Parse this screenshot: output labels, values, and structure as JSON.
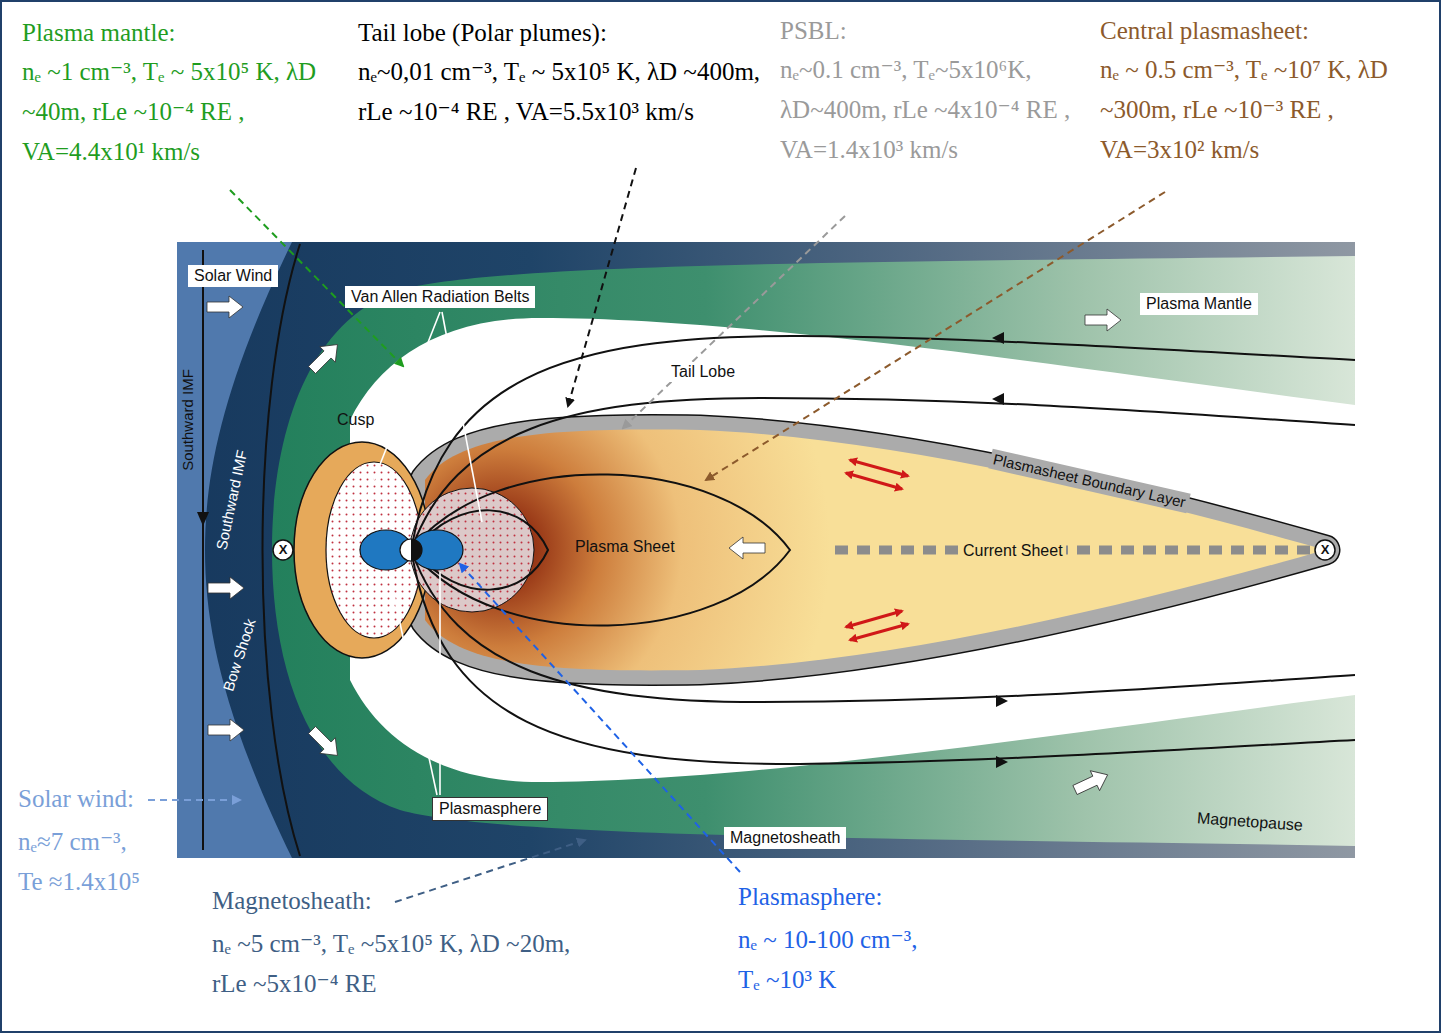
{
  "diagram": {
    "labels": [
      "Plasma mantle:",
      "nₑ ~1 cm⁻³, Tₑ ~ 5x10⁵ K, λD ~40m, rLe ~10⁻⁴ RE , VA=4.4x10¹ km/s",
      "Tail lobe (Polar plumes):",
      "nₑ~0,01 cm⁻³, Tₑ ~ 5x10⁵ K, λD ~400m, rLe ~10⁻⁴ RE , VA=5.5x10³ km/s",
      "PSBL:",
      "nₑ~0.1 cm⁻³, Tₑ~5x10⁶K, λD~400m, rLe ~4x10⁻⁴ RE , VA=1.4x10³ km/s",
      "Central plasmasheet:",
      "nₑ ~ 0.5 cm⁻³, Tₑ ~10⁷ K, λD ~300m, rLe ~10⁻³ RE , VA=3x10² km/s",
      "Solar Wind",
      "Van Allen Radiation Belts",
      "Plasma Mantle",
      "Tail Lobe",
      "Cusp",
      "Southward IMF",
      "Southward IMF",
      "X",
      "Plasma Sheet",
      "Current Sheet",
      "X",
      "Plasmasheet Boundary Layer",
      "Bow Shock",
      "Plasmasphere",
      "Magnetosheath",
      "Magnetopause",
      "Solar wind:",
      "nₑ≈7 cm⁻³, Te ≈1.4x10⁵",
      "Magnetosheath:",
      "nₑ ~5 cm⁻³, Tₑ ~5x10⁵ K, λD ~20m, rLe ~5x10⁻⁴ RE",
      "Plasmasphere:",
      "nₑ ~ 10-100 cm⁻³, Tₑ ~10³ K"
    ]
  }
}
